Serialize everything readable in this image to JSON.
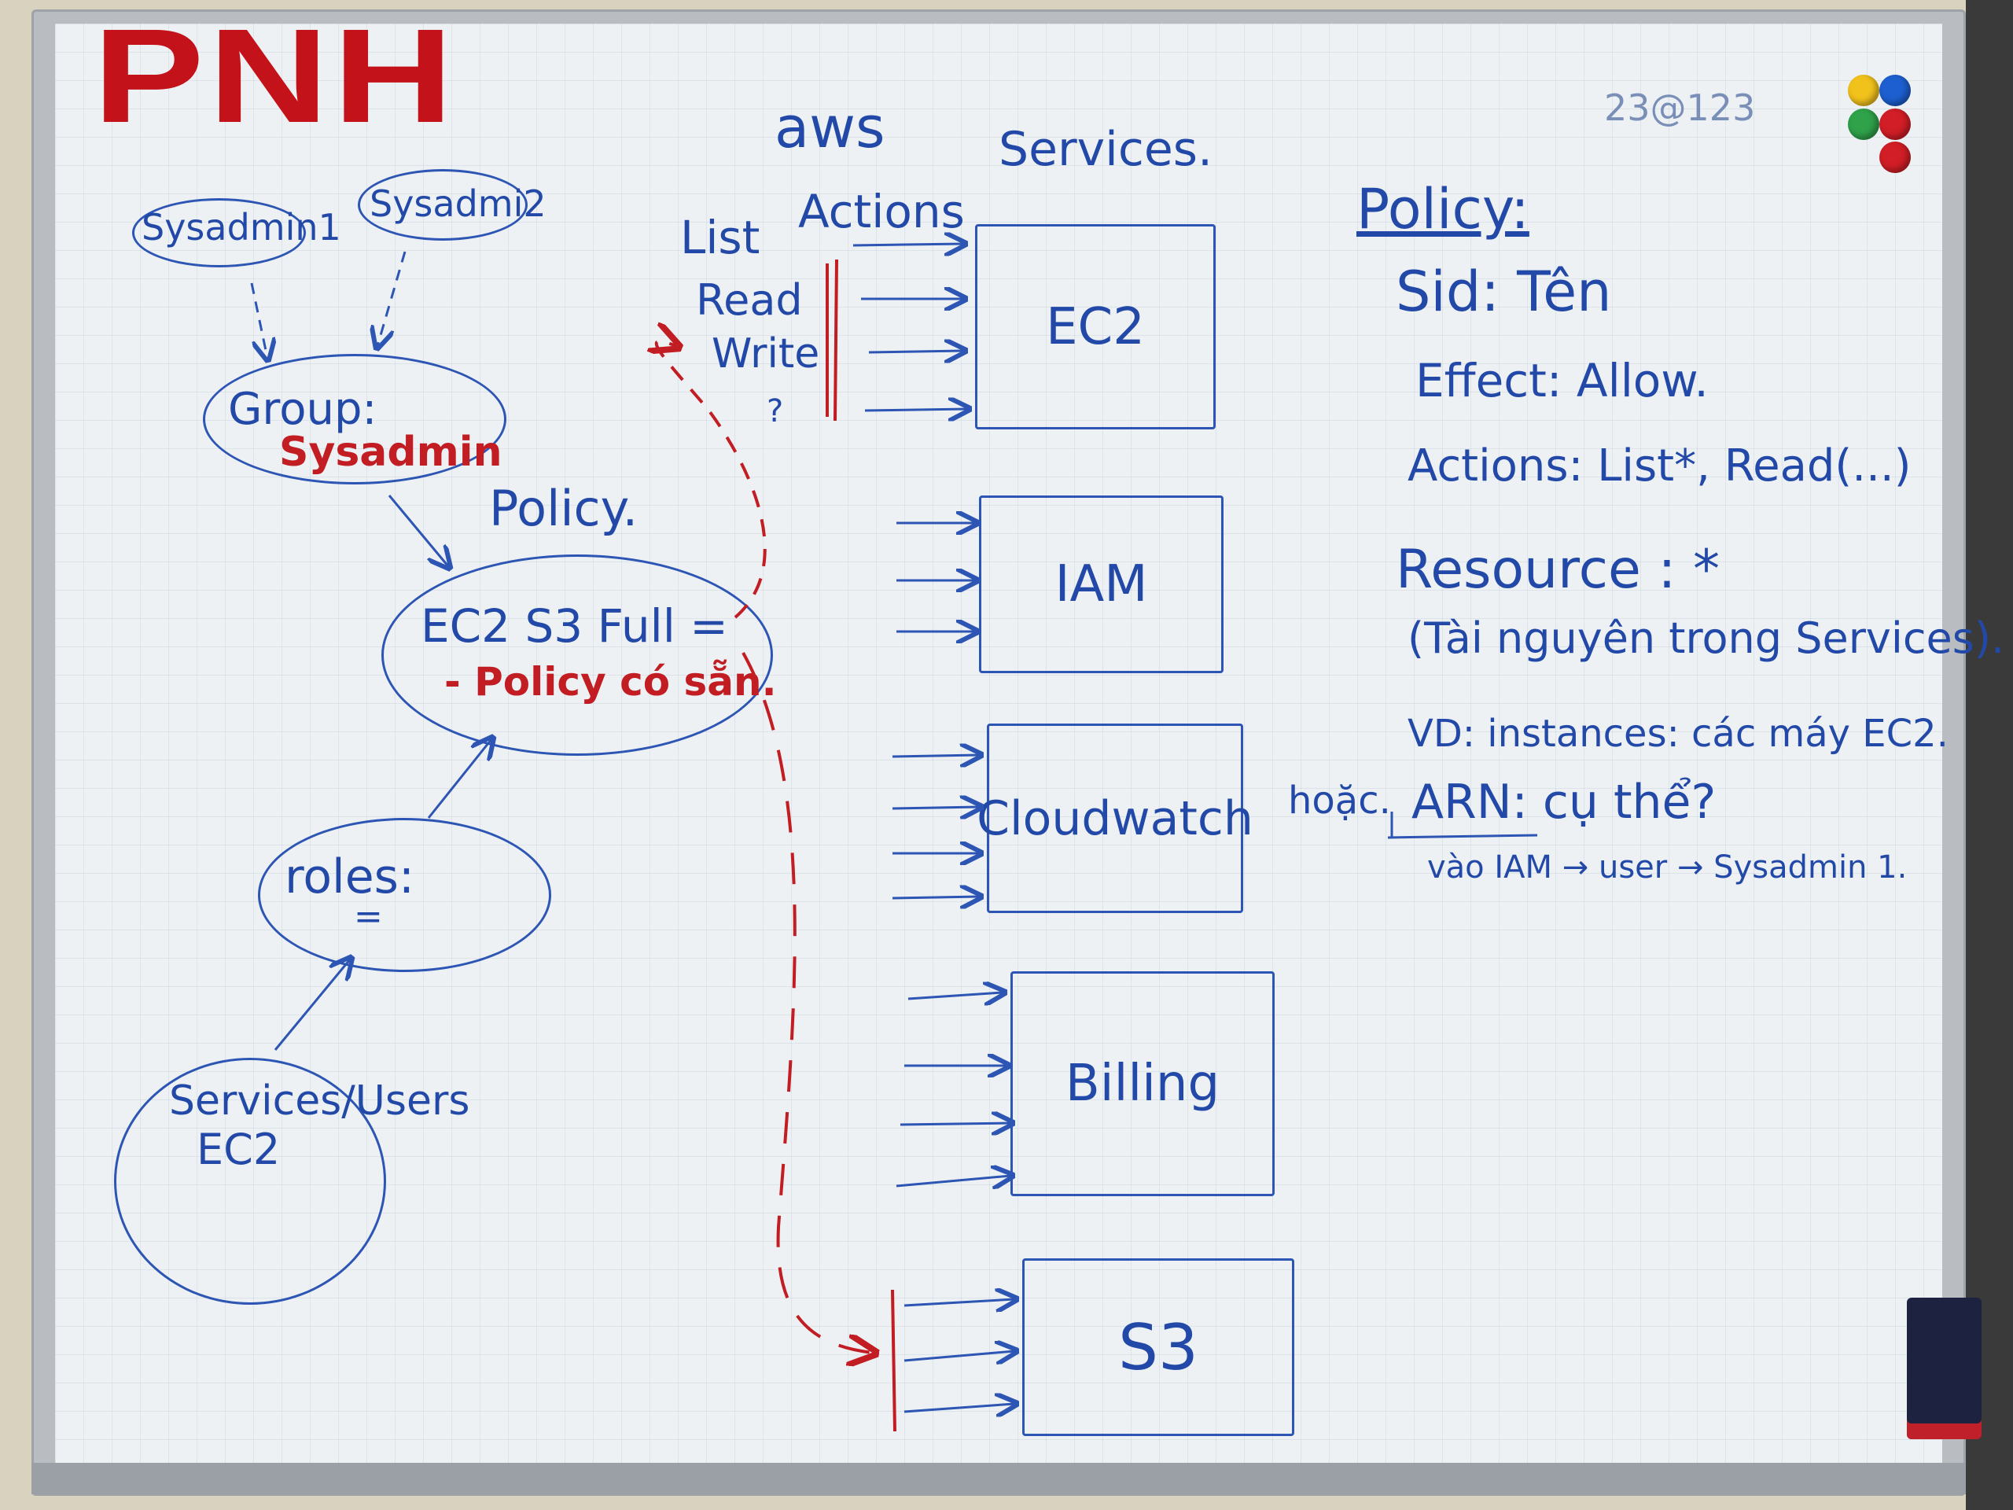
{
  "logo": "PNH",
  "board_code": "23@123",
  "left": {
    "sysadmin1": "Sysadmin1",
    "sysadmin2": "Sysadmi2",
    "group_label": "Group:",
    "group_name": "Sysadmin",
    "policy_label": "Policy.",
    "policy_name": "EC2 S3 Full =",
    "policy_note": "- Policy có sẵn.",
    "roles": "roles:",
    "roles_eq": "=",
    "services_users": "Services/Users",
    "ec2": "EC2"
  },
  "middle": {
    "aws": "aws",
    "services": "Services.",
    "actions_title": "Actions",
    "actions": [
      "List",
      "Read",
      "Write",
      "?"
    ],
    "boxes": [
      "EC2",
      "IAM",
      "Cloudwatch",
      "Billing",
      "S3"
    ]
  },
  "right": {
    "title": "Policy:",
    "sid": "Sid:  Tên",
    "effect": "Effect:  Allow.",
    "actions": "Actions:  List*, Read(...)",
    "resource": "Resource :  *",
    "resource_note": "(Tài nguyên trong Services).",
    "example": "VD:  instances:  các máy EC2.",
    "or": "hoặc.",
    "arn": "ARN:  cụ thể?",
    "path": "vào  IAM → user → Sysadmin 1."
  },
  "colors": {
    "marker_blue": "#2349a8",
    "marker_red": "#c21d22",
    "logo_red": "#c4121a"
  }
}
